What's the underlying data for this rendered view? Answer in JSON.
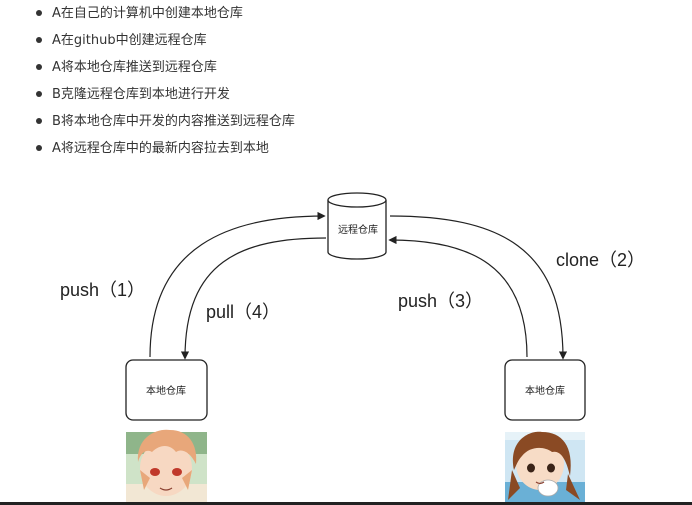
{
  "bullets": [
    "A在自己的计算机中创建本地仓库",
    "A在github中创建远程仓库",
    "A将本地仓库推送到远程仓库",
    "B克隆远程仓库到本地进行开发",
    "B将本地仓库中开发的内容推送到远程仓库",
    "A将远程仓库中的最新内容拉去到本地"
  ],
  "diagram": {
    "remote_repo": "远程仓库",
    "local_repo_a": "本地仓库",
    "local_repo_b": "本地仓库",
    "edges": {
      "push1": "push（1）",
      "pull4": "pull（4）",
      "push3": "push（3）",
      "clone2": "clone（2）"
    }
  },
  "colors": {
    "stroke": "#222222",
    "text": "#333333",
    "avatar_a_hair": "#e8a77a",
    "avatar_b_hair": "#8a4a24"
  }
}
